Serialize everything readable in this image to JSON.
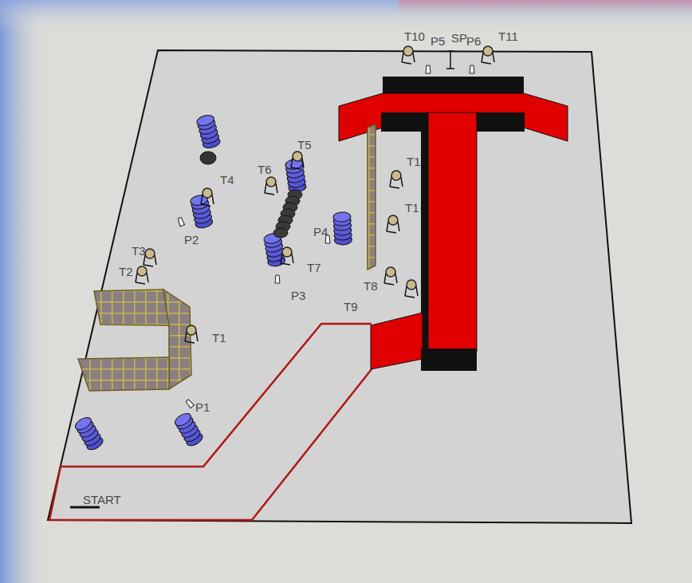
{
  "diagram": {
    "labels": [
      "T10",
      "P5",
      "SP",
      "P6",
      "T11",
      "T1",
      "T1",
      "T4",
      "T5",
      "T6",
      "T3",
      "T2",
      "P2",
      "P4",
      "T7",
      "P3",
      "T8",
      "T9",
      "T1",
      "P1",
      "START"
    ]
  }
}
